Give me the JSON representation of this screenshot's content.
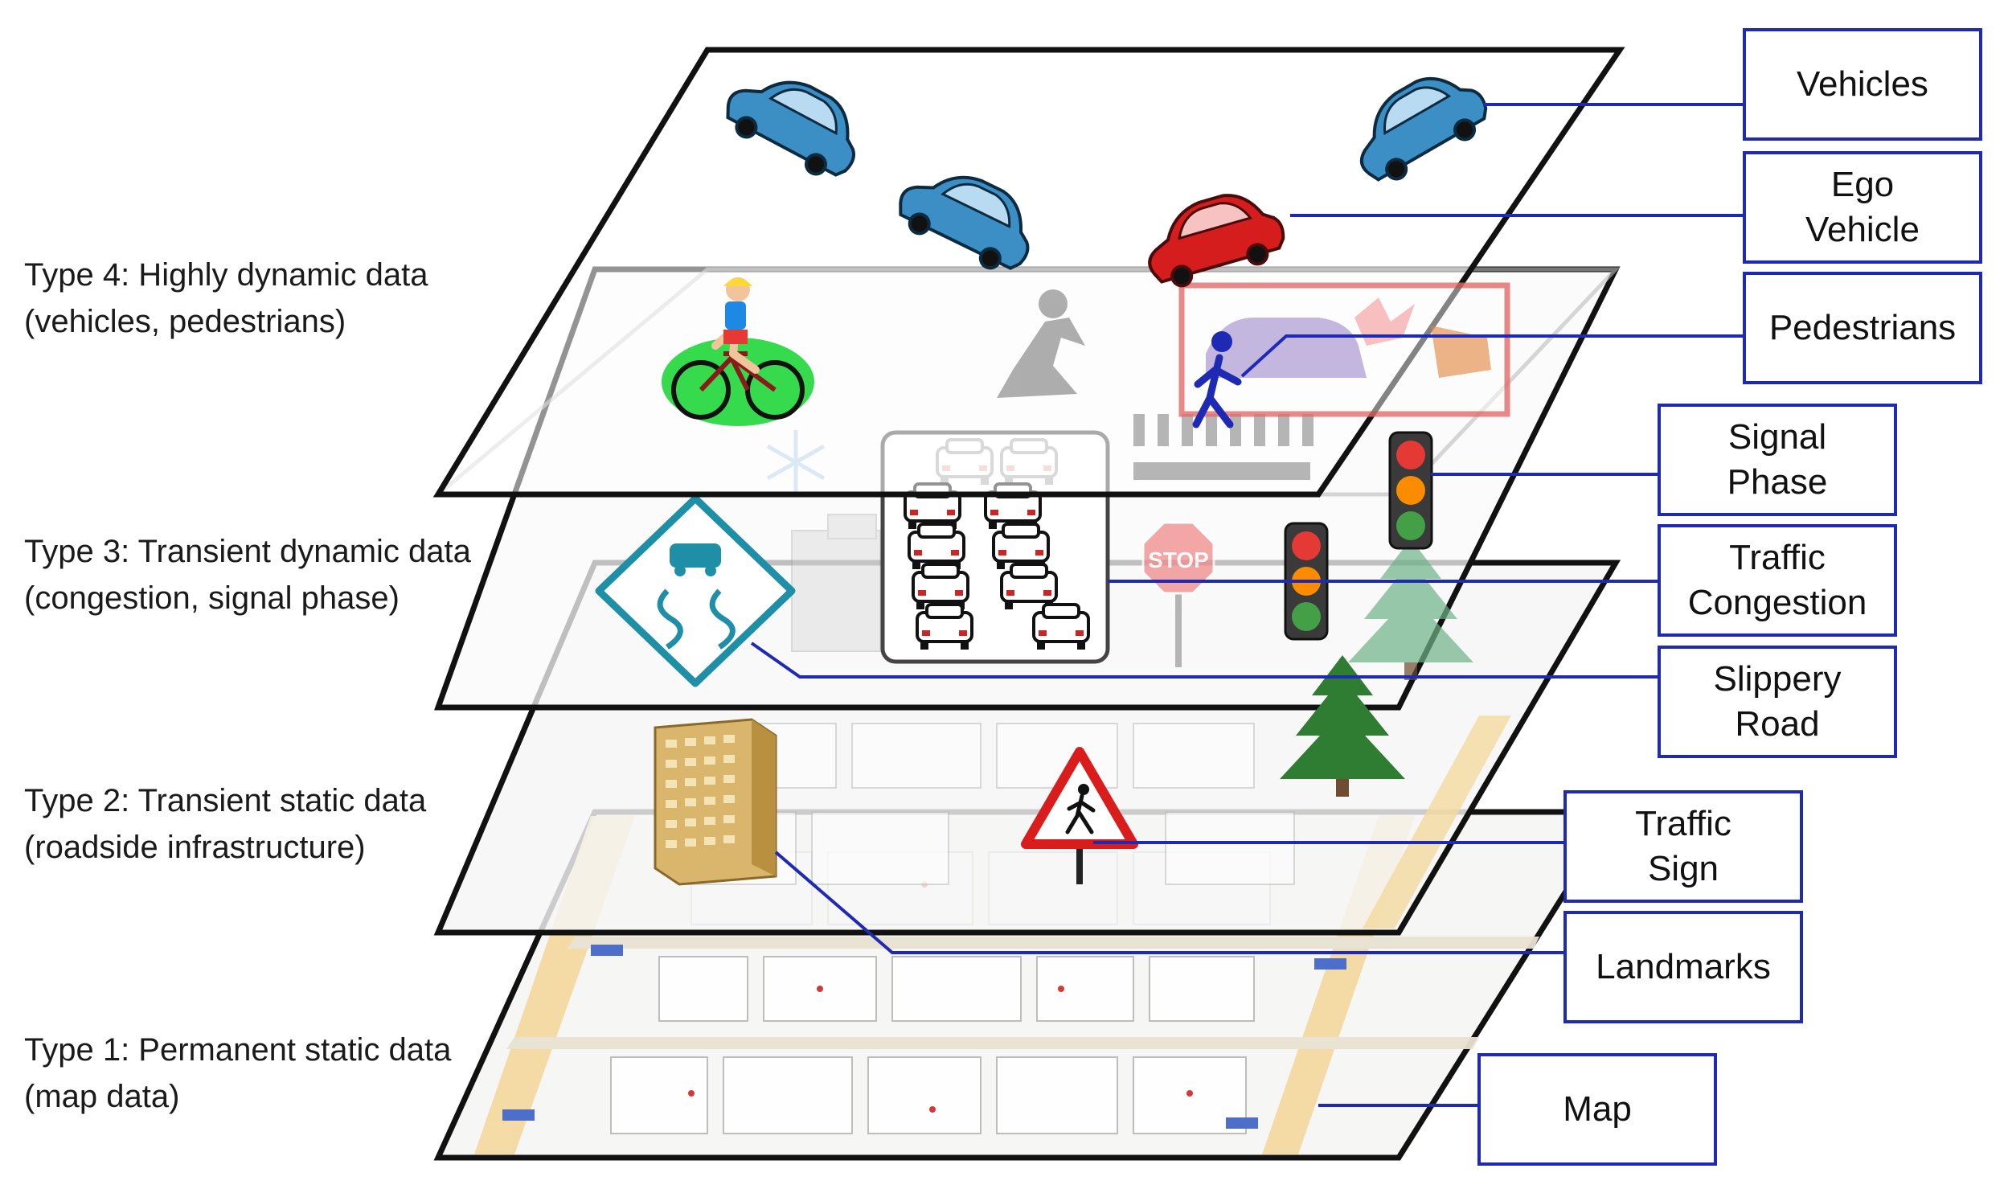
{
  "layers": [
    {
      "id": "type4",
      "line1": "Type 4: Highly dynamic data",
      "line2": "(vehicles, pedestrians)"
    },
    {
      "id": "type3",
      "line1": "Type 3: Transient dynamic data",
      "line2": "(congestion, signal phase)"
    },
    {
      "id": "type2",
      "line1": "Type 2: Transient static data",
      "line2": "(roadside infrastructure)"
    },
    {
      "id": "type1",
      "line1": "Type 1: Permanent static data",
      "line2": "(map data)"
    }
  ],
  "callouts": [
    {
      "id": "vehicles",
      "lines": [
        "Vehicles"
      ]
    },
    {
      "id": "ego-vehicle",
      "lines": [
        "Ego",
        "Vehicle"
      ]
    },
    {
      "id": "pedestrians",
      "lines": [
        "Pedestrians"
      ]
    },
    {
      "id": "signal-phase",
      "lines": [
        "Signal",
        "Phase"
      ]
    },
    {
      "id": "traffic-congestion",
      "lines": [
        "Traffic",
        "Congestion"
      ]
    },
    {
      "id": "slippery-road",
      "lines": [
        "Slippery",
        "Road"
      ]
    },
    {
      "id": "traffic-sign",
      "lines": [
        "Traffic",
        "Sign"
      ]
    },
    {
      "id": "landmarks",
      "lines": [
        "Landmarks"
      ]
    },
    {
      "id": "map",
      "lines": [
        "Map"
      ]
    }
  ],
  "signs": {
    "stop": "STOP"
  },
  "icons": {
    "vehicle": "car-icon",
    "ego_vehicle": "red-car-icon",
    "cyclist": "cyclist-icon",
    "pedestrian": "pedestrian-icon",
    "traffic_light": "traffic-light-icon",
    "congestion": "traffic-jam-icon",
    "slippery": "slippery-road-sign-icon",
    "stop": "stop-sign-icon",
    "warning": "pedestrian-crossing-sign-icon",
    "building": "building-icon",
    "tree": "tree-icon",
    "snowflake": "snowflake-icon",
    "crosswalk": "crosswalk-icon"
  },
  "colors": {
    "callout_border": "#1f2ab4",
    "connector": "#1f2ab4",
    "car_body": "#3c8fc4",
    "ego_car_body": "#d61d1d",
    "tree": "#2e7d32",
    "sign_red": "#d91c1c",
    "map_road": "#f4d9a0"
  }
}
